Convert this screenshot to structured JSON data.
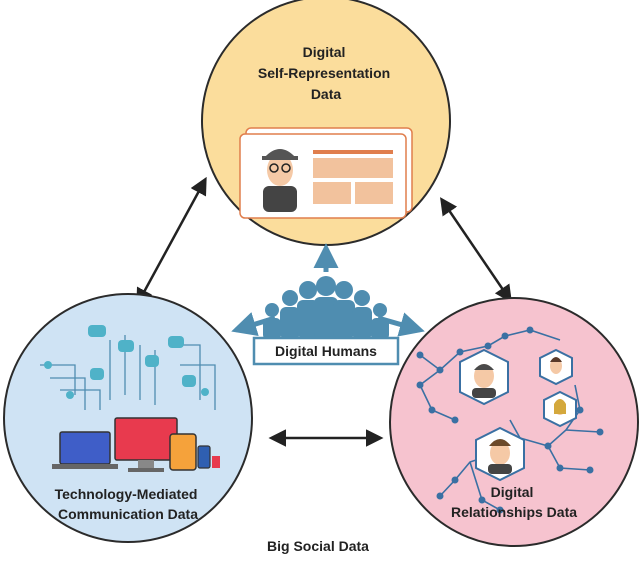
{
  "top_node": {
    "lines": [
      "Digital",
      "Self-Representation",
      "Data"
    ],
    "color": "#fbdd9c"
  },
  "left_node": {
    "lines": [
      "Technology-Mediated",
      "Communication Data"
    ],
    "color": "#cfe3f4"
  },
  "right_node": {
    "lines": [
      "Digital",
      "Relationships Data"
    ],
    "color": "#f6c3cf"
  },
  "center_label": "Digital Humans",
  "bottom_label": "Big Social Data",
  "colors": {
    "people": "#4f8db0",
    "arrow_blue": "#4f8db0",
    "arrow_black": "#222222",
    "circle_stroke": "#2b2b2b",
    "card_peach": "#f2c29d",
    "network": "#3a70a3"
  }
}
